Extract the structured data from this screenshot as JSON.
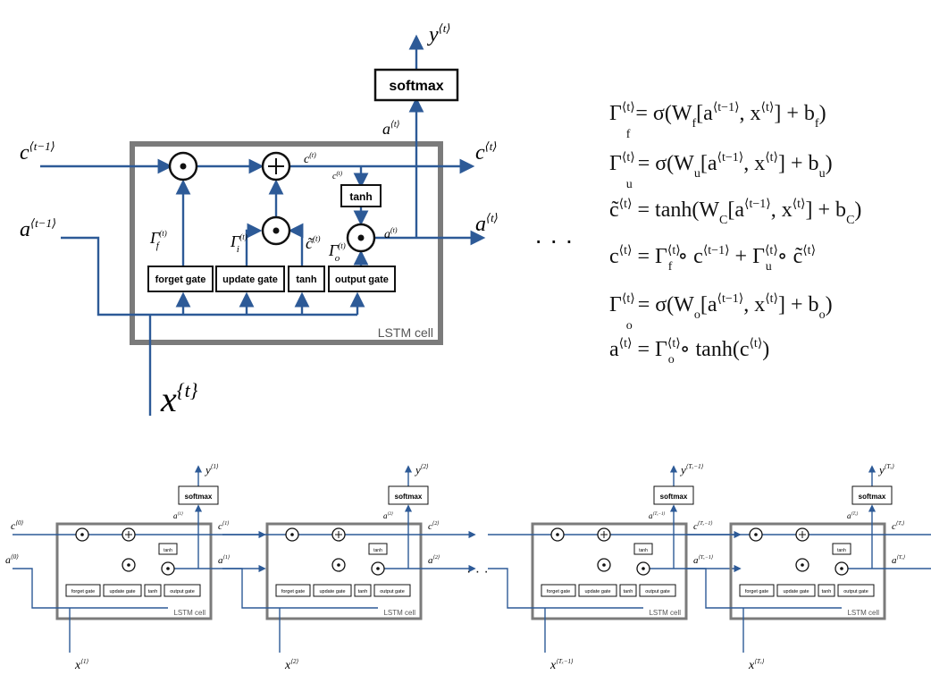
{
  "main_cell": {
    "title": "LSTM cell",
    "gates": {
      "forget": "forget gate",
      "update": "update gate",
      "tanh": "tanh",
      "output": "output gate"
    },
    "tanh_top": "tanh",
    "softmax": "softmax",
    "labels": {
      "c_prev": "c",
      "c_prev_sup": "⟨t−1⟩",
      "a_prev": "a",
      "a_prev_sup": "⟨t−1⟩",
      "c_out": "c",
      "c_out_sup": "⟨t⟩",
      "a_out": "a",
      "a_out_sup": "⟨t⟩",
      "c_inner": "c",
      "c_inner_sup": "(t)",
      "y_out": "y",
      "y_out_sup": "⟨t⟩",
      "a_up": "a",
      "a_up_sup": "⟨t⟩",
      "a_inner": "a",
      "a_inner_sup": "(t)",
      "gamma_f": "Γ",
      "gamma_f_sup": "(t)",
      "gamma_f_sub": "f",
      "gamma_i": "Γ",
      "gamma_i_sup": "(t)",
      "gamma_i_sub": "i",
      "gamma_o": "Γ",
      "gamma_o_sup": "(t)",
      "gamma_o_sub": "o",
      "ctilde": "c̃",
      "ctilde_sup": "(t)",
      "x": "x",
      "x_sup": "{t}"
    },
    "ellipsis": "· · ·"
  },
  "equations": [
    {
      "lhs": "Γ",
      "lhs_sup": "⟨t⟩",
      "lhs_sub": "f",
      "rhs": "= σ(W",
      "rhs_sub": "f",
      "rhs_mid": "[a",
      "rhs_sup1": "⟨t−1⟩",
      "rhs_mid2": ", x",
      "rhs_sup2": "⟨t⟩",
      "rhs_end": "] + b",
      "rhs_sub2": "f",
      "close": ")"
    },
    {
      "lhs": "Γ",
      "lhs_sup": "⟨t⟩",
      "lhs_sub": "u",
      "rhs": "= σ(W",
      "rhs_sub": "u",
      "rhs_mid": "[a",
      "rhs_sup1": "⟨t−1⟩",
      "rhs_mid2": ", x",
      "rhs_sup2": "⟨t⟩",
      "rhs_end": "] + b",
      "rhs_sub2": "u",
      "close": ")"
    },
    {
      "lhs": "c̃",
      "lhs_sup": "⟨t⟩",
      "lhs_sub": "",
      "rhs": "= tanh(W",
      "rhs_sub": "C",
      "rhs_mid": "[a",
      "rhs_sup1": "⟨t−1⟩",
      "rhs_mid2": ", x",
      "rhs_sup2": "⟨t⟩",
      "rhs_end": "] + b",
      "rhs_sub2": "C",
      "close": ")"
    },
    {
      "text": "c⟨t⟩ = Γf⟨t⟩ ∘ c⟨t−1⟩ + Γu⟨t⟩ ∘ c̃⟨t⟩"
    },
    {
      "lhs": "Γ",
      "lhs_sup": "⟨t⟩",
      "lhs_sub": "o",
      "rhs": "= σ(W",
      "rhs_sub": "o",
      "rhs_mid": "[a",
      "rhs_sup1": "⟨t−1⟩",
      "rhs_mid2": ", x",
      "rhs_sup2": "⟨t⟩",
      "rhs_end": "] + b",
      "rhs_sub2": "o",
      "close": ")"
    },
    {
      "text": "a⟨t⟩ = Γo⟨t⟩ ∘ tanh(c⟨t⟩)"
    }
  ],
  "eq_parts": {
    "e4": [
      "c",
      "⟨t⟩",
      " = Γ",
      "⟨t⟩",
      "f",
      " ∘ c",
      "⟨t−1⟩",
      " + Γ",
      "⟨t⟩",
      "u",
      " ∘ c̃",
      "⟨t⟩"
    ],
    "e6": [
      "a",
      "⟨t⟩",
      " = Γ",
      "⟨t⟩",
      "o",
      " ∘ tanh(c",
      "⟨t⟩",
      ")"
    ]
  },
  "chain": {
    "cell_title": "LSTM cell",
    "gates": [
      "forget gate",
      "update gate",
      "tanh",
      "output gate"
    ],
    "tanh_top": "tanh",
    "softmax": "softmax",
    "ellipsis": "· · ·",
    "cells": [
      {
        "y_sup": "⟨1⟩",
        "x_sup": "⟨1⟩",
        "c_in_sup": "⟨0⟩",
        "a_in_sup": "⟨0⟩",
        "c_out_sup": "⟨1⟩",
        "a_out_sup": "⟨1⟩",
        "a_up_sup": "⟨1⟩"
      },
      {
        "y_sup": "⟨2⟩",
        "x_sup": "⟨2⟩",
        "c_in_sup": "",
        "a_in_sup": "",
        "c_out_sup": "⟨2⟩",
        "a_out_sup": "⟨2⟩",
        "a_up_sup": "⟨2⟩"
      },
      {
        "y_sup": "⟨Tₓ−1⟩",
        "x_sup": "⟨Tₓ−1⟩",
        "c_in_sup": "",
        "a_in_sup": "",
        "c_out_sup": "⟨Tₓ−1⟩",
        "a_out_sup": "⟨Tₓ−1⟩",
        "a_up_sup": "⟨Tₓ−1⟩"
      },
      {
        "y_sup": "⟨Tₓ⟩",
        "x_sup": "⟨Tₓ⟩",
        "c_in_sup": "",
        "a_in_sup": "",
        "c_out_sup": "⟨Tₓ⟩",
        "a_out_sup": "⟨Tₓ⟩",
        "a_up_sup": "⟨Tₓ⟩"
      }
    ],
    "var_c": "c",
    "var_a": "a",
    "var_x": "x",
    "var_y": "y"
  }
}
